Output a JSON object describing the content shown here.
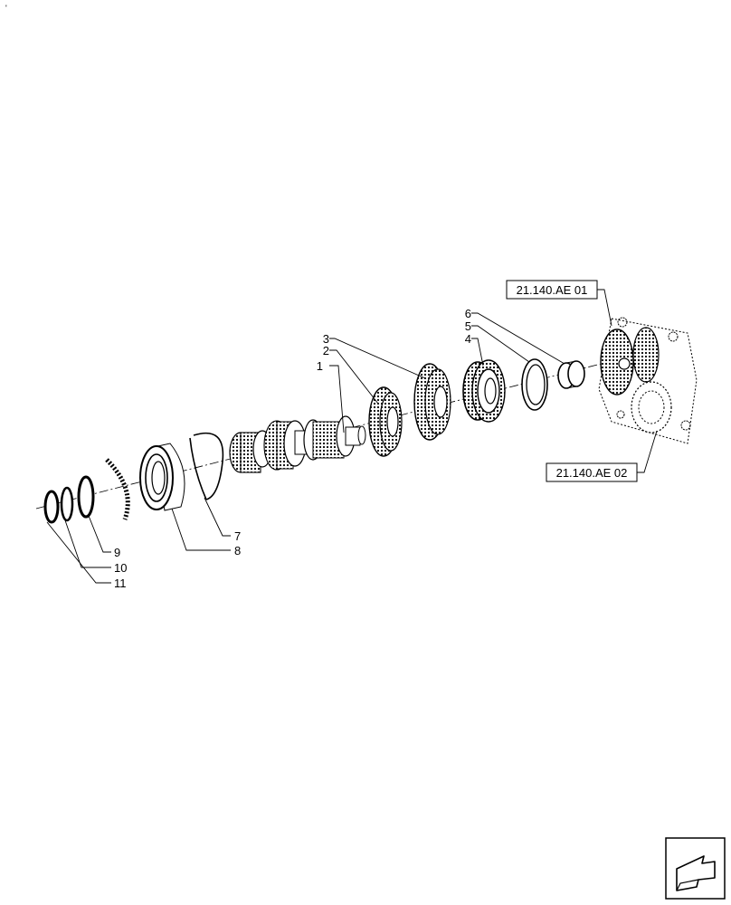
{
  "corner_mark": "'",
  "callouts": {
    "c1": "1",
    "c2": "2",
    "c3": "3",
    "c4": "4",
    "c5": "5",
    "c6": "6",
    "c7": "7",
    "c8": "8",
    "c9": "9",
    "c10": "10",
    "c11": "11"
  },
  "references": {
    "top": "21.140.AE 01",
    "bottom": "21.140.AE 02"
  },
  "nav_icon": "next-page-arrow-icon"
}
